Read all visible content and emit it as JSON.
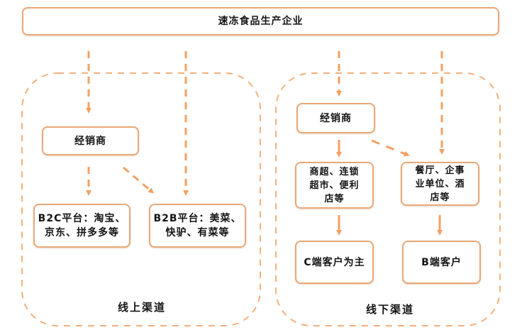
{
  "diagram": {
    "title": "速冻食品生产企业",
    "colors": {
      "accent": "#f0a060",
      "box_border": "#e8a877",
      "group_border": "#f0b07a",
      "text": "#141414"
    },
    "groups": [
      {
        "id": "online",
        "label": "线上渠道",
        "nodes": [
          {
            "id": "online-distributor",
            "label": "经销商"
          },
          {
            "id": "b2c-platform",
            "label": "B2C平台：淘宝、\n京东、拼多多等"
          },
          {
            "id": "b2b-platform",
            "label": "B2B平台：美菜、\n快驴、有菜等"
          }
        ]
      },
      {
        "id": "offline",
        "label": "线下渠道",
        "nodes": [
          {
            "id": "offline-distributor",
            "label": "经销商"
          },
          {
            "id": "retail",
            "label": "商超、连锁\n超市、便利\n店等"
          },
          {
            "id": "catering",
            "label": "餐厅、企事\n业单位、酒\n店等"
          },
          {
            "id": "c-customers",
            "label": "C端客户为主"
          },
          {
            "id": "b-customers",
            "label": "B端客户"
          }
        ]
      }
    ],
    "edges": [
      {
        "from": "manufacturer",
        "to": "online-distributor",
        "style": "dashed"
      },
      {
        "from": "manufacturer",
        "to": "b2b-platform",
        "style": "dashed"
      },
      {
        "from": "manufacturer",
        "to": "offline-distributor",
        "style": "dashed"
      },
      {
        "from": "manufacturer",
        "to": "catering",
        "style": "dashed"
      },
      {
        "from": "online-distributor",
        "to": "b2c-platform",
        "style": "dashed"
      },
      {
        "from": "online-distributor",
        "to": "b2b-platform",
        "style": "dashed"
      },
      {
        "from": "offline-distributor",
        "to": "retail",
        "style": "solid"
      },
      {
        "from": "offline-distributor",
        "to": "catering",
        "style": "dashed"
      },
      {
        "from": "retail",
        "to": "c-customers",
        "style": "solid"
      },
      {
        "from": "catering",
        "to": "b-customers",
        "style": "solid"
      }
    ]
  }
}
